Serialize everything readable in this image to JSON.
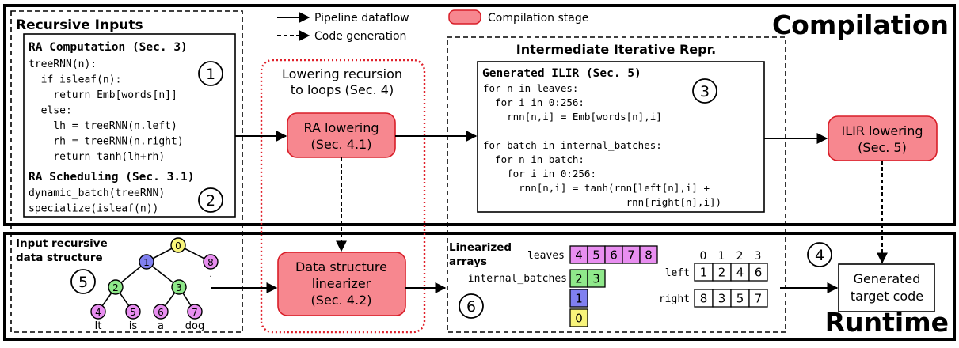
{
  "legend": {
    "dataflow": "Pipeline dataflow",
    "codegen": "Code generation",
    "stage": "Compilation stage"
  },
  "colors": {
    "stage_fill": "#f7878f",
    "stage_border": "#d81e28",
    "dotted_border": "#e0202a",
    "leaf_node": "#e88ef0",
    "internal_node_green": "#8fe88a",
    "root_node": "#f8f47a",
    "mid_node": "#8080f0"
  },
  "sections": {
    "compilation": "Compilation",
    "runtime": "Runtime",
    "recursive_inputs": "Recursive Inputs",
    "lowering_title_l1": "Lowering recursion",
    "lowering_title_l2": "to loops (Sec. 4)",
    "ilir_title": "Intermediate Iterative Repr."
  },
  "ra_computation": {
    "title": "RA Computation (Sec. 3)",
    "lines": [
      "treeRNN(n):",
      "  if isleaf(n):",
      "    return Emb[words[n]]",
      "  else:",
      "    lh = treeRNN(n.left)",
      "    rh = treeRNN(n.right)",
      "    return tanh(lh+rh)"
    ]
  },
  "ra_scheduling": {
    "title": "RA Scheduling (Sec. 3.1)",
    "lines": [
      "dynamic_batch(treeRNN)",
      "specialize(isleaf(n))"
    ]
  },
  "ilir": {
    "title": "Generated ILIR (Sec. 5)",
    "lines": [
      "for n in leaves:",
      "  for i in 0:256:",
      "    rnn[n,i] = Emb[words[n],i]",
      "",
      "for batch in internal_batches:",
      "  for n in batch:",
      "    for i in 0:256:",
      "      rnn[n,i] = tanh(rnn[left[n],i] +",
      "                        rnn[right[n],i])"
    ]
  },
  "stages": {
    "ra_lowering": [
      "RA lowering",
      "(Sec. 4.1)"
    ],
    "ilir_lowering": [
      "ILIR lowering",
      "(Sec. 5)"
    ],
    "linearizer": [
      "Data structure",
      "linearizer",
      "(Sec. 4.2)"
    ]
  },
  "badges": [
    "1",
    "2",
    "3",
    "4",
    "5",
    "6"
  ],
  "tree": {
    "title_l1": "Input recursive",
    "title_l2": "data structure",
    "nodes": [
      "0",
      "1",
      "2",
      "3",
      "4",
      "5",
      "6",
      "7",
      "8"
    ],
    "words": [
      "It",
      "is",
      "a",
      "dog"
    ],
    "extra_mark": "."
  },
  "arrays": {
    "title_l1": "Linearized",
    "title_l2": "arrays",
    "leaves_label": "leaves",
    "leaves": [
      "4",
      "5",
      "6",
      "7",
      "8"
    ],
    "internal_label": "internal_batches",
    "batches": [
      [
        "2",
        "3"
      ],
      [
        "1"
      ],
      [
        "0"
      ]
    ],
    "index_header": [
      "0",
      "1",
      "2",
      "3"
    ],
    "left_label": "left",
    "left": [
      "1",
      "2",
      "4",
      "6"
    ],
    "right_label": "right",
    "right": [
      "8",
      "3",
      "5",
      "7"
    ]
  },
  "target": [
    "Generated",
    "target code"
  ]
}
